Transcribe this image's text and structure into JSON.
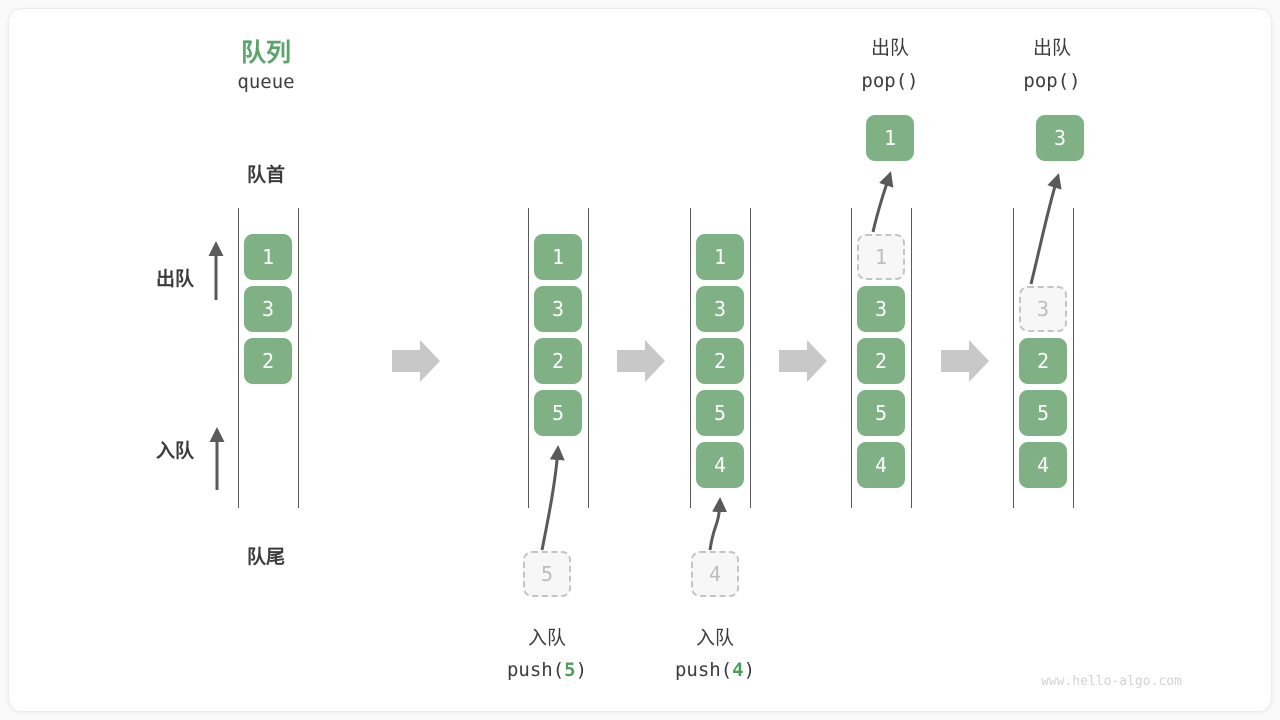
{
  "diagram": {
    "title_cn": "队列",
    "title_en": "queue",
    "front_label": "队首",
    "rear_label": "队尾",
    "dequeue_label": "出队",
    "enqueue_label": "入队",
    "watermark": "www.hello-algo.com",
    "accent_color": "#5aa469",
    "box_color": "#7fb185",
    "ghost_color": "#f7f7f7",
    "arrow_color": "#5a5a5a",
    "step_arrow_color": "#c8c8c8"
  },
  "steps": [
    {
      "id": "initial",
      "values": [
        "1",
        "3",
        "2"
      ],
      "ghost_in_queue": null,
      "incoming_ghost": null,
      "popped": null,
      "caption_cn": "",
      "caption_code": ""
    },
    {
      "id": "push5",
      "values": [
        "1",
        "3",
        "2",
        "5"
      ],
      "ghost_in_queue": null,
      "incoming_ghost": "5",
      "popped": null,
      "caption_cn": "入队",
      "caption_code": "push(5)",
      "caption_arg": "5"
    },
    {
      "id": "push4",
      "values": [
        "1",
        "3",
        "2",
        "5",
        "4"
      ],
      "ghost_in_queue": null,
      "incoming_ghost": "4",
      "popped": null,
      "caption_cn": "入队",
      "caption_code": "push(4)",
      "caption_arg": "4"
    },
    {
      "id": "pop1",
      "values": [
        "3",
        "2",
        "5",
        "4"
      ],
      "ghost_in_queue": "1",
      "incoming_ghost": null,
      "popped": "1",
      "header_cn": "出队",
      "header_code": "pop()"
    },
    {
      "id": "pop3",
      "values": [
        "2",
        "5",
        "4"
      ],
      "ghost_in_queue": "3",
      "incoming_ghost": null,
      "popped": "3",
      "header_cn": "出队",
      "header_code": "pop()"
    }
  ]
}
